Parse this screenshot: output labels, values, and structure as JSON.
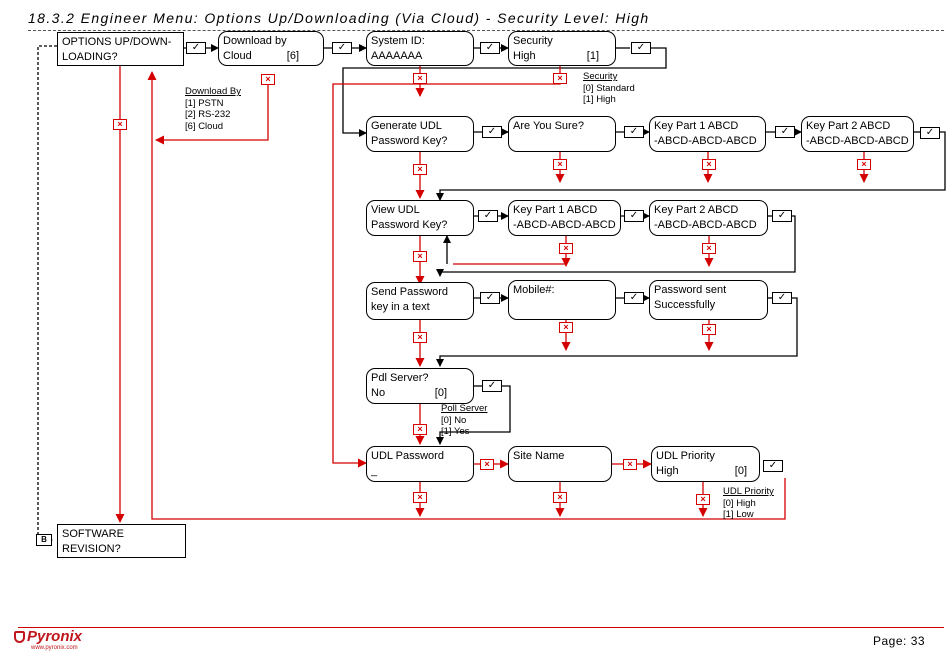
{
  "title": "18.3.2 Engineer Menu: Options Up/Downloading (Via Cloud) - Security Level: High",
  "boxes": {
    "options": {
      "line1": "OPTIONS UP/DOWN-",
      "line2": "LOADING?"
    },
    "download": {
      "line1": "Download by",
      "line2a": "Cloud",
      "line2b": "[6]"
    },
    "systemid": {
      "line1": "System ID:",
      "line2": "AAAAAAA"
    },
    "security": {
      "line1": "Security",
      "line2a": "High",
      "line2b": "[1]"
    },
    "gen_udl": {
      "line1": "Generate UDL",
      "line2": "Password Key?"
    },
    "are_you_sure": {
      "line1": "Are You Sure?"
    },
    "keypart1_a": {
      "line1": "Key Part 1   ABCD",
      "line2": "-ABCD-ABCD-ABCD"
    },
    "keypart2_a": {
      "line1": "Key Part 2   ABCD",
      "line2": "-ABCD-ABCD-ABCD"
    },
    "view_udl": {
      "line1": "View UDL",
      "line2": "Password Key?"
    },
    "keypart1_b": {
      "line1": "Key Part 1   ABCD",
      "line2": "-ABCD-ABCD-ABCD"
    },
    "keypart2_b": {
      "line1": "Key Part 2   ABCD",
      "line2": "-ABCD-ABCD-ABCD"
    },
    "send_pw": {
      "line1": "Send Password",
      "line2": "key in a text"
    },
    "mobile": {
      "line1": "Mobile#:"
    },
    "pw_sent": {
      "line1": "Password sent",
      "line2": "Successfully"
    },
    "pdl": {
      "line1": "Pdl Server?",
      "line2a": "No",
      "line2b": "[0]"
    },
    "udl_pw": {
      "line1": "UDL Password",
      "line2": "_"
    },
    "site": {
      "line1": "Site Name"
    },
    "udl_pri": {
      "line1": "UDL Priority",
      "line2a": "High",
      "line2b": "[0]"
    },
    "software": {
      "line1": "SOFTWARE",
      "line2": "REVISION?"
    }
  },
  "option_lists": {
    "download_by": {
      "heading": "Download By",
      "items": [
        "[1] PSTN",
        "[2] RS-232",
        "[6] Cloud"
      ]
    },
    "security": {
      "heading": "Security",
      "items": [
        "[0] Standard",
        "[1] High"
      ]
    },
    "poll_server": {
      "heading": "Poll Server",
      "items": [
        "[0] No",
        "[1] Yes"
      ]
    },
    "udl_priority": {
      "heading": "UDL Priority",
      "items": [
        "[0] High",
        "[1] Low"
      ]
    }
  },
  "symbols": {
    "tick": "✓",
    "cross": "×",
    "b_label": "B"
  },
  "footer": {
    "brand": "Pyronix",
    "url": "www.pyronix.com",
    "page": "Page:  33"
  },
  "colors": {
    "red": "#d40000",
    "black": "#000000",
    "brand": "#c0161c"
  }
}
